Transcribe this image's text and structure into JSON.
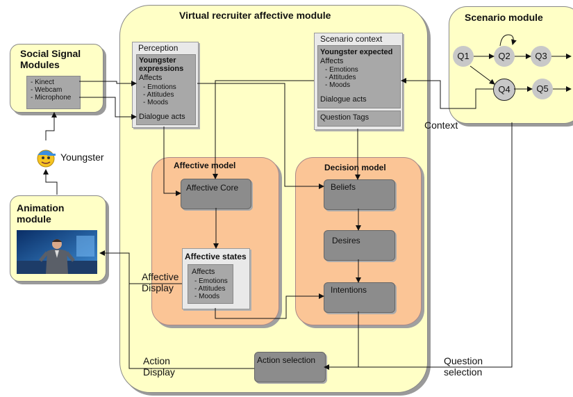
{
  "main": {
    "title": "Virtual recruiter affective module"
  },
  "social": {
    "title": "Social Signal Modules",
    "items": [
      "- Kinect",
      "- Webcam",
      "- Microphone"
    ]
  },
  "youngster": {
    "label": "Youngster"
  },
  "animation": {
    "title": "Animation module"
  },
  "perception": {
    "title": "Perception",
    "expr_title": "Youngster expressions",
    "affects": "Affects",
    "sub": [
      "- Emotions",
      "- Attitudes",
      "- Moods"
    ],
    "dialogue": "Dialogue acts"
  },
  "scenario_context": {
    "title": "Scenario context",
    "expected_title": "Youngster expected",
    "affects": "Affects",
    "sub": [
      "- Emotions",
      "- Attitudes",
      "- Moods"
    ],
    "dialogue": "Dialogue acts",
    "tags": "Question Tags"
  },
  "affective_model": {
    "title": "Affective model",
    "core": "Affective Core",
    "states_title": "Affective states",
    "affects": "Affects",
    "sub": [
      "- Emotions",
      "- Attitudes",
      "- Moods"
    ]
  },
  "decision_model": {
    "title": "Decision model",
    "beliefs": "Beliefs",
    "desires": "Desires",
    "intentions": "Intentions"
  },
  "action_selection": "Action selection",
  "scenario_module": {
    "title": "Scenario module",
    "nodes": [
      "Q1",
      "Q2",
      "Q3",
      "Q4",
      "Q5"
    ]
  },
  "labels": {
    "context": "Context",
    "affective_display": [
      "Affective",
      "Display"
    ],
    "action_display": [
      "Action",
      "Display"
    ],
    "question_selection": [
      "Question",
      "selection"
    ]
  }
}
